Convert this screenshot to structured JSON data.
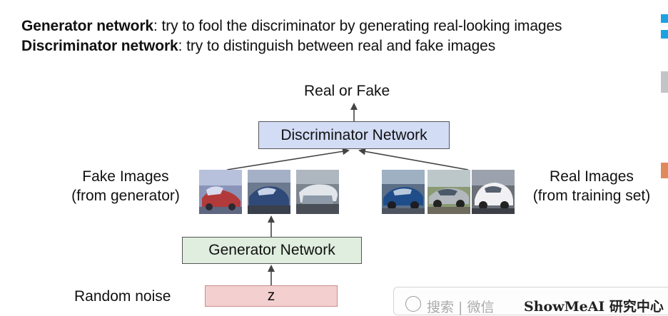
{
  "header": {
    "generator_bold": "Generator network",
    "generator_rest": ": try to fool the discriminator by generating real-looking images",
    "discriminator_bold": "Discriminator network",
    "discriminator_rest": ": try to distinguish between real and fake images"
  },
  "diagram": {
    "output_label": "Real or Fake",
    "discriminator_box": "Discriminator Network",
    "fake_images_label": "Fake Images",
    "fake_images_sub": "(from generator)",
    "real_images_label": "Real Images",
    "real_images_sub": "(from training set)",
    "generator_box": "Generator Network",
    "noise_label": "Random noise",
    "noise_box": "z"
  },
  "watermark": {
    "icon": "search-icon",
    "text": "搜索 | 微信",
    "brand": "ShowMeAI 研究中心"
  },
  "colors": {
    "discriminator_fill": "#d2dcf5",
    "generator_fill": "#dfeede",
    "noise_fill": "#f3cfcf"
  }
}
